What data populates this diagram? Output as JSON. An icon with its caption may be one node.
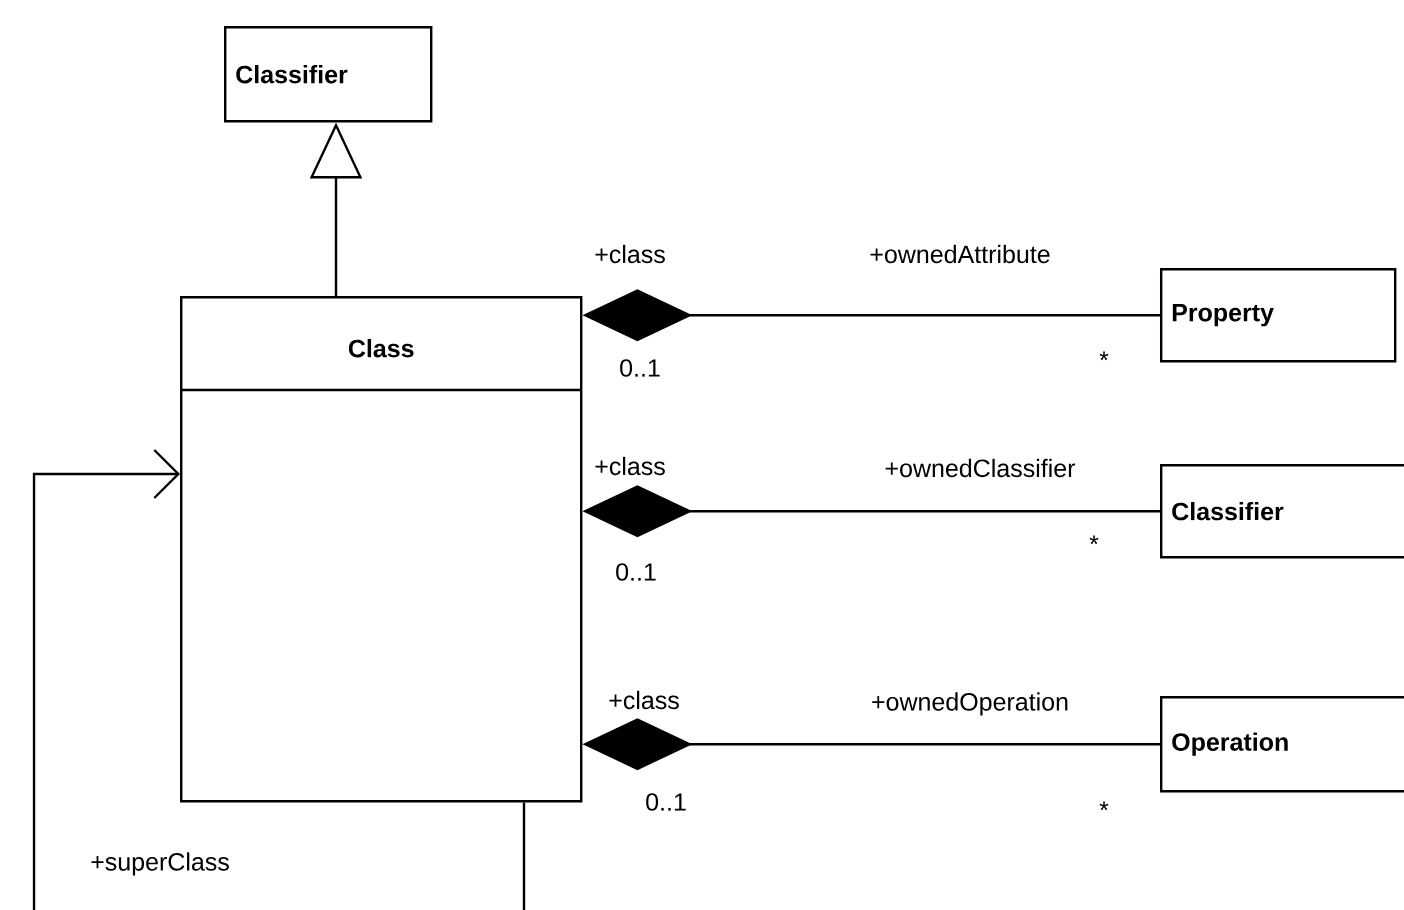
{
  "diagram": {
    "nodes": [
      {
        "text": [
          "Classifier"
        ]
      },
      {
        "text": [
          "Class"
        ]
      },
      {
        "text": [
          "Property"
        ]
      },
      {
        "text": [
          "Classifier"
        ]
      },
      {
        "text": [
          "Operation"
        ]
      }
    ],
    "edges": [
      {
        "from": 1,
        "to": 0,
        "arrow": "to"
      },
      {
        "from": 1,
        "to": 2,
        "arrow": "other"
      },
      {
        "from": 1,
        "to": 3,
        "arrow": "other"
      },
      {
        "from": 1,
        "to": 4,
        "arrow": "other"
      },
      {
        "from": 1,
        "to": 1,
        "arrow": "to"
      }
    ],
    "labels": [
      "+class",
      "+ownedAttribute",
      "0..1",
      "*",
      "+class",
      "+ownedClassifier",
      "0..1",
      "*",
      "+class",
      "+ownedOperation",
      "0..1",
      "*",
      "+superClass"
    ]
  }
}
